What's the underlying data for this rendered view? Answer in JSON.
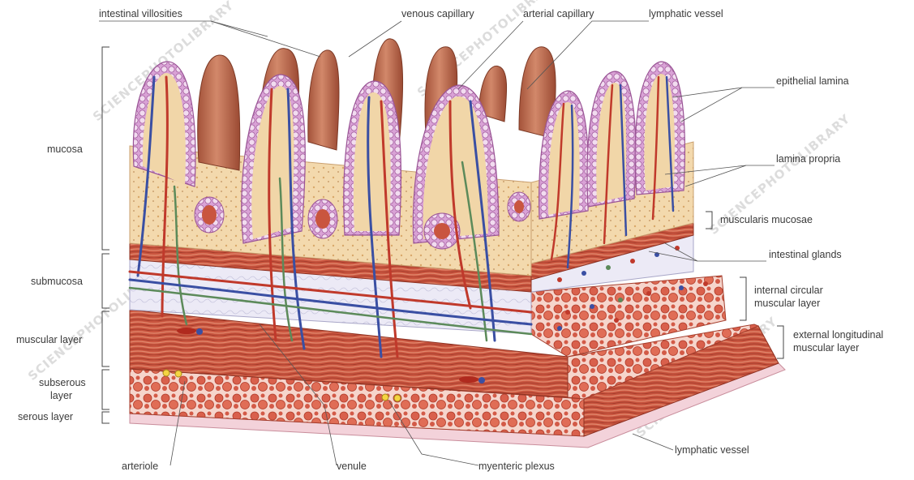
{
  "watermark": "SCIENCEPHOTOLIBRARY",
  "labels": {
    "intestinal_villosities": "intestinal villosities",
    "venous_capillary": "venous capillary",
    "arterial_capillary": "arterial capillary",
    "lymphatic_vessel_top": "lymphatic vessel",
    "epithelial_lamina": "epithelial lamina",
    "lamina_propria": "lamina propria",
    "muscularis_mucosae": "muscularis mucosae",
    "intestinal_glands": "intestinal glands",
    "internal_circular_1": "internal circular",
    "internal_circular_2": "muscular layer",
    "external_longitudinal_1": "external longitudinal",
    "external_longitudinal_2": "muscular layer",
    "lymphatic_vessel_bottom": "lymphatic vessel",
    "mucosa": "mucosa",
    "submucosa": "submucosa",
    "muscular_layer": "muscular layer",
    "subserous_1": "subserous",
    "subserous_2": "layer",
    "serous_layer": "serous layer",
    "arteriole": "arteriole",
    "venule": "venule",
    "myenteric_plexus": "myenteric plexus"
  },
  "colors": {
    "villus": "#c77a5a",
    "villus_dark": "#a4533a",
    "epithelium": "#d69ad2",
    "lamina": "#f1d6a8",
    "muscle": "#c9553f",
    "artery": "#c0392b",
    "vein": "#3a4fa3",
    "lymph": "#5c8a5a",
    "submucosa": "#e8e8f4",
    "serosa": "#f3d2da"
  }
}
